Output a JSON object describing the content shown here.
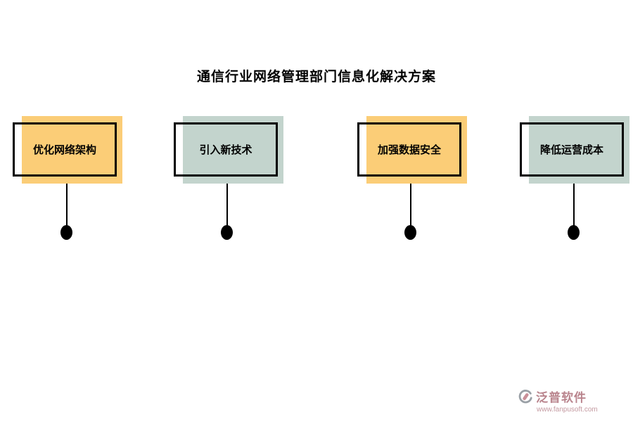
{
  "title": "通信行业网络管理部门信息化解决方案",
  "colors": {
    "yellow": "#fbcd77",
    "green": "#c3d4cd",
    "connector": "#000000",
    "brand": "#b9848d"
  },
  "nodes": [
    {
      "label": "优化网络架构",
      "fill": "yellow"
    },
    {
      "label": "引入新技术",
      "fill": "green"
    },
    {
      "label": "加强数据安全",
      "fill": "yellow"
    },
    {
      "label": "降低运营成本",
      "fill": "green"
    }
  ],
  "footer": {
    "brand": "泛普软件",
    "website": "www.fanpusoft.com",
    "icon": "phone-swirl-logo"
  }
}
